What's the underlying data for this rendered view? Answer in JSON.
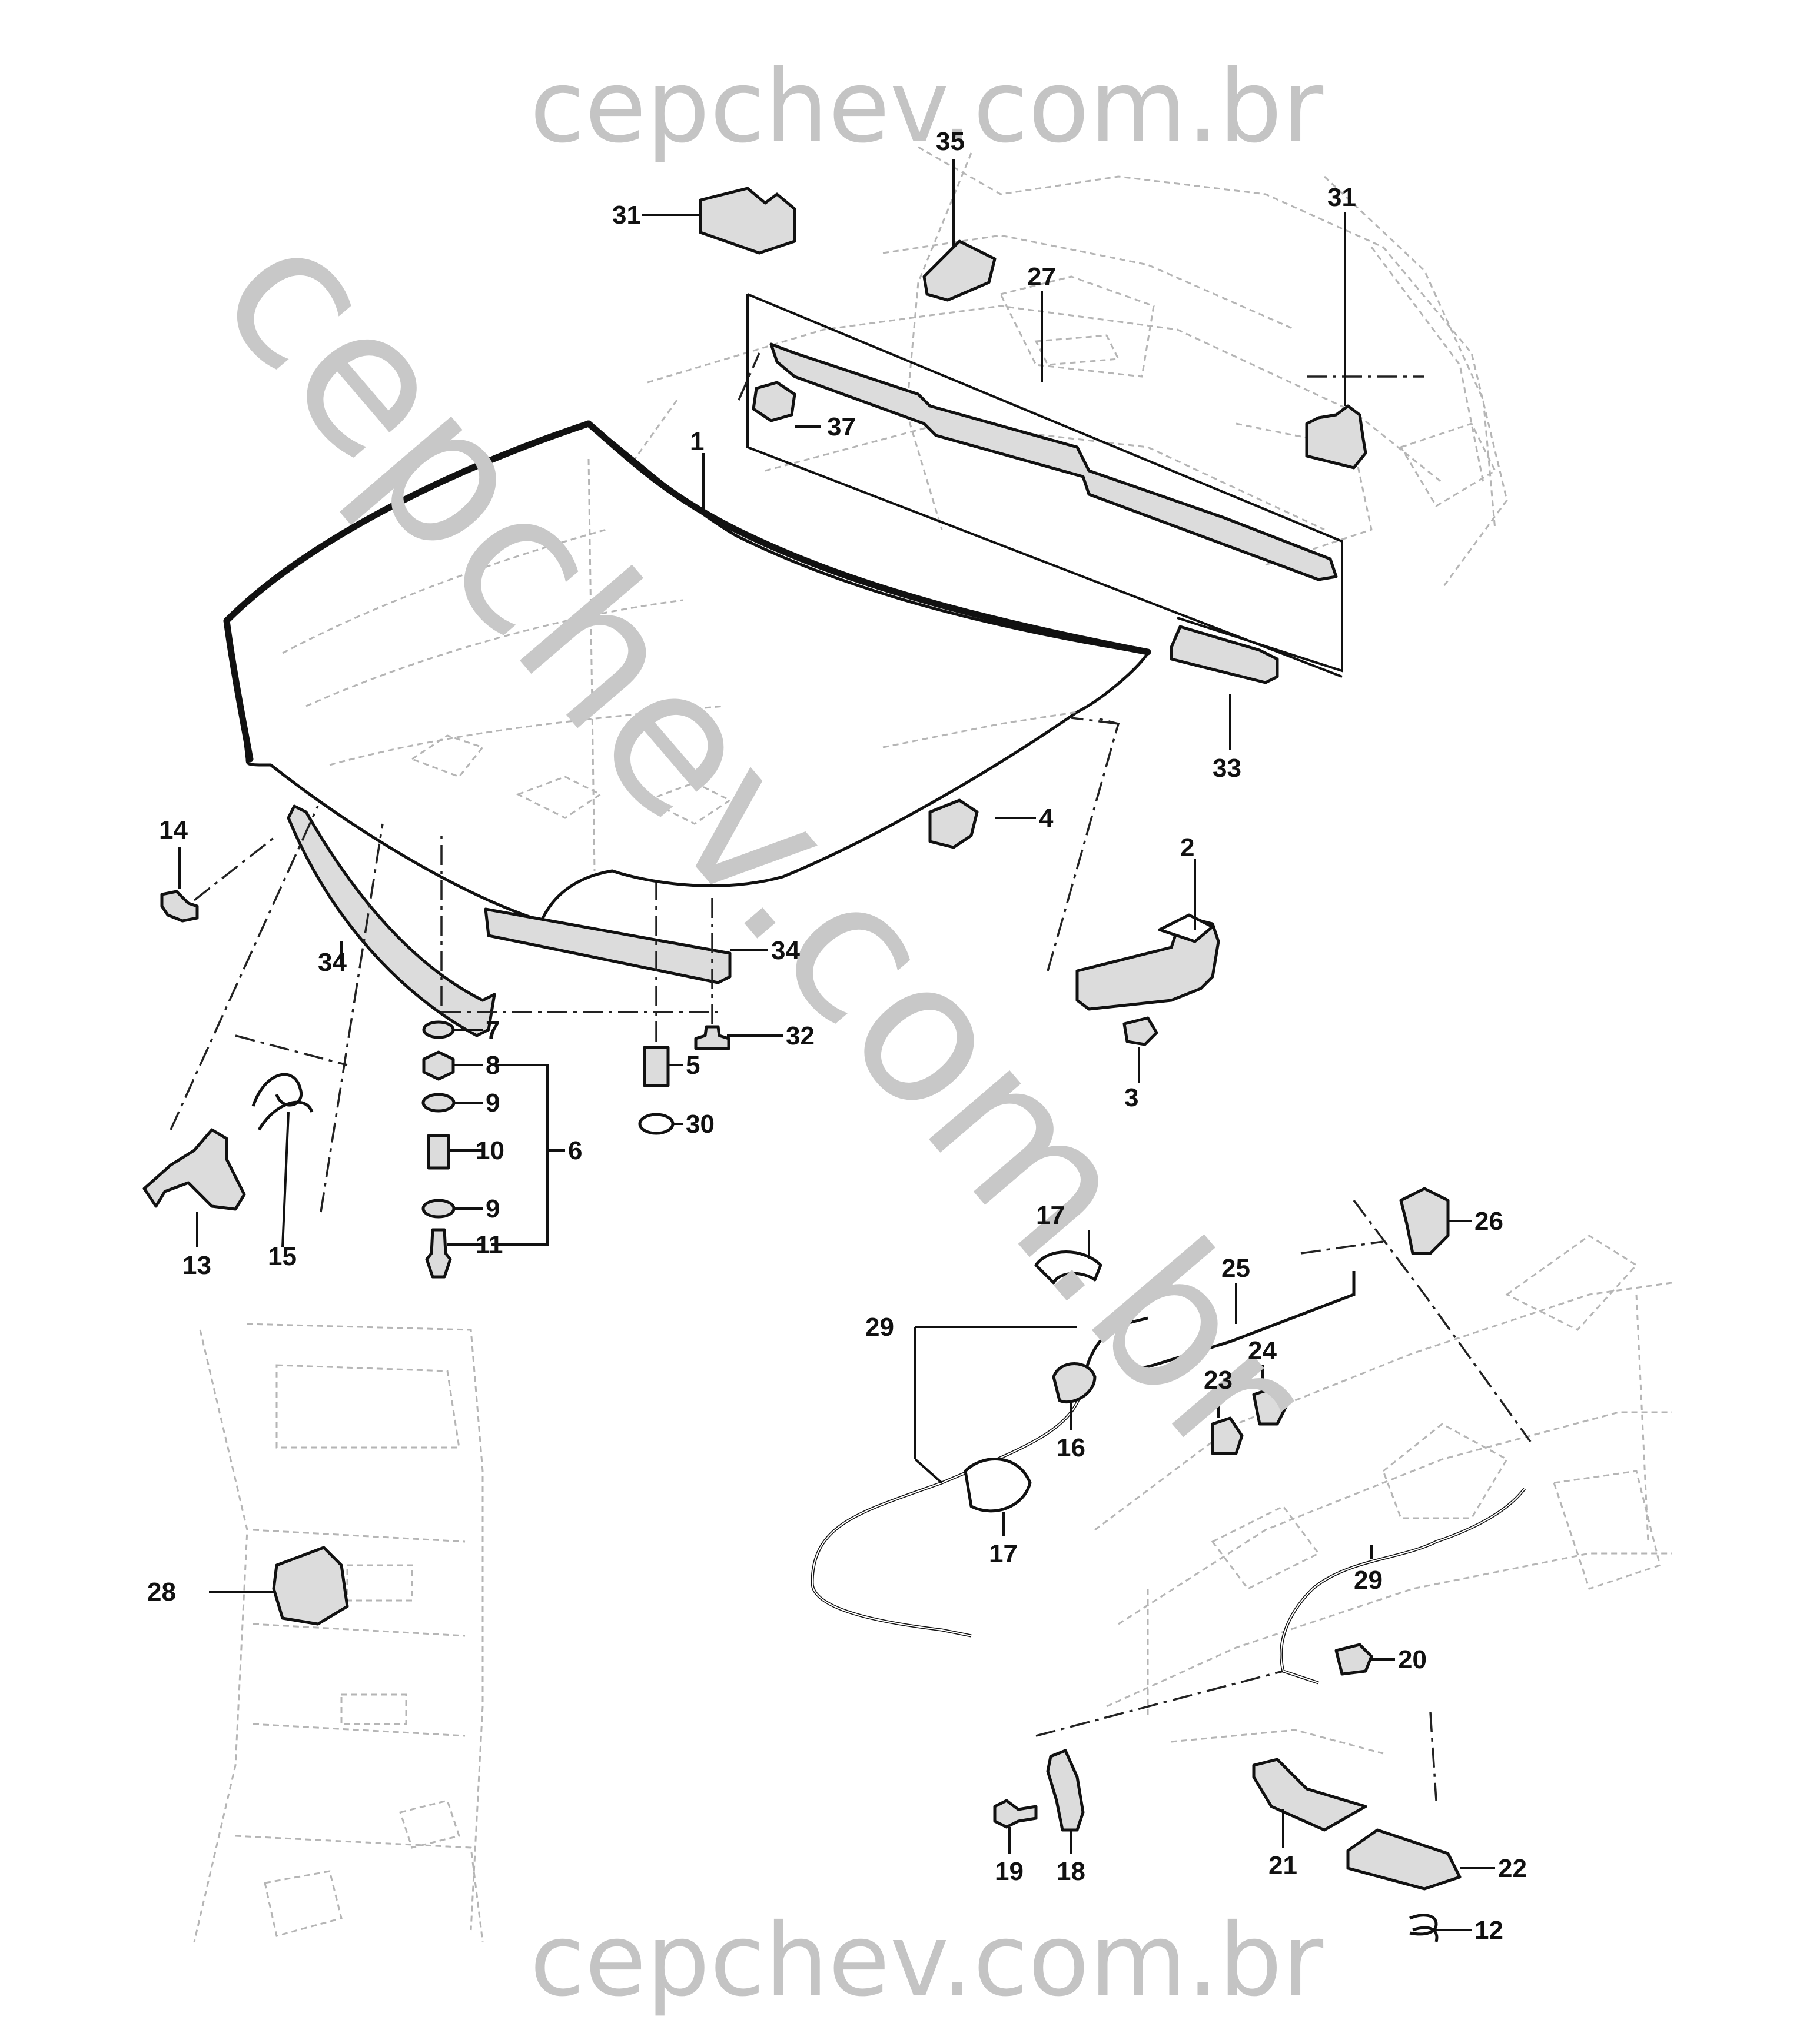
{
  "watermarks": {
    "top": "cepchev.com.br",
    "bottom": "cepchev.com.br",
    "diagonal": "cepchev.com.br"
  },
  "callouts": [
    {
      "id": "c1",
      "text": "1"
    },
    {
      "id": "c2",
      "text": "2"
    },
    {
      "id": "c3",
      "text": "3"
    },
    {
      "id": "c4",
      "text": "4"
    },
    {
      "id": "c5",
      "text": "5"
    },
    {
      "id": "c6",
      "text": "6"
    },
    {
      "id": "c7",
      "text": "7"
    },
    {
      "id": "c8",
      "text": "8"
    },
    {
      "id": "c9a",
      "text": "9"
    },
    {
      "id": "c9b",
      "text": "9"
    },
    {
      "id": "c10",
      "text": "10"
    },
    {
      "id": "c11",
      "text": "11"
    },
    {
      "id": "c12",
      "text": "12"
    },
    {
      "id": "c13",
      "text": "13"
    },
    {
      "id": "c14",
      "text": "14"
    },
    {
      "id": "c15",
      "text": "15"
    },
    {
      "id": "c16",
      "text": "16"
    },
    {
      "id": "c17a",
      "text": "17"
    },
    {
      "id": "c17b",
      "text": "17"
    },
    {
      "id": "c18",
      "text": "18"
    },
    {
      "id": "c19",
      "text": "19"
    },
    {
      "id": "c20",
      "text": "20"
    },
    {
      "id": "c21",
      "text": "21"
    },
    {
      "id": "c22",
      "text": "22"
    },
    {
      "id": "c23",
      "text": "23"
    },
    {
      "id": "c24",
      "text": "24"
    },
    {
      "id": "c25",
      "text": "25"
    },
    {
      "id": "c26",
      "text": "26"
    },
    {
      "id": "c27",
      "text": "27"
    },
    {
      "id": "c28",
      "text": "28"
    },
    {
      "id": "c29a",
      "text": "29"
    },
    {
      "id": "c29b",
      "text": "29"
    },
    {
      "id": "c30",
      "text": "30"
    },
    {
      "id": "c31a",
      "text": "31"
    },
    {
      "id": "c31b",
      "text": "31"
    },
    {
      "id": "c32",
      "text": "32"
    },
    {
      "id": "c33",
      "text": "33"
    },
    {
      "id": "c34a",
      "text": "34"
    },
    {
      "id": "c34b",
      "text": "34"
    },
    {
      "id": "c35",
      "text": "35"
    },
    {
      "id": "c37",
      "text": "37"
    }
  ]
}
